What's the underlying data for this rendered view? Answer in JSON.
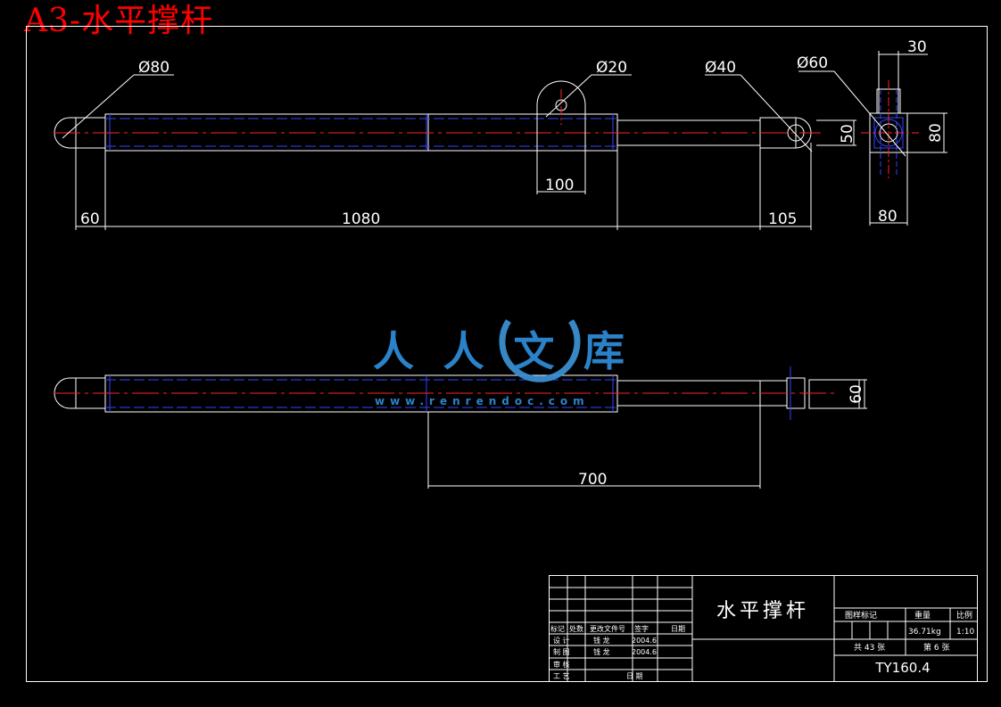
{
  "sheet_title": "A3-水平撑杆",
  "dimensions": {
    "d80": "Ø80",
    "d20": "Ø20",
    "d40": "Ø40",
    "d60": "Ø60",
    "w30": "30",
    "h50": "50",
    "h80": "80",
    "len100": "100",
    "len60": "60",
    "len1080": "1080",
    "len105": "105",
    "w80": "80",
    "h60": "60",
    "len700": "700"
  },
  "watermark": {
    "brand": "人人文库",
    "url": "www.renrendoc.com"
  },
  "title_block": {
    "part_name": "水平撑杆",
    "drawing_no": "TY160.4",
    "header_row": [
      "标记",
      "处数",
      "更改文件号",
      "签字",
      "日期"
    ],
    "rows": [
      [
        "设 计",
        "",
        "钱 龙",
        "2004.6"
      ],
      [
        "制 图",
        "",
        "钱 龙",
        "2004.6"
      ],
      [
        "审 核",
        "",
        "",
        ""
      ],
      [
        "工 艺",
        "",
        "日 期",
        ""
      ]
    ],
    "labels": {
      "stage_mark": "图样标记",
      "weight_label": "重量",
      "scale_label": "比例"
    },
    "weight": "36.71kg",
    "scale": "1:10",
    "sheets": [
      "共 43 张",
      "第 6 张"
    ]
  }
}
